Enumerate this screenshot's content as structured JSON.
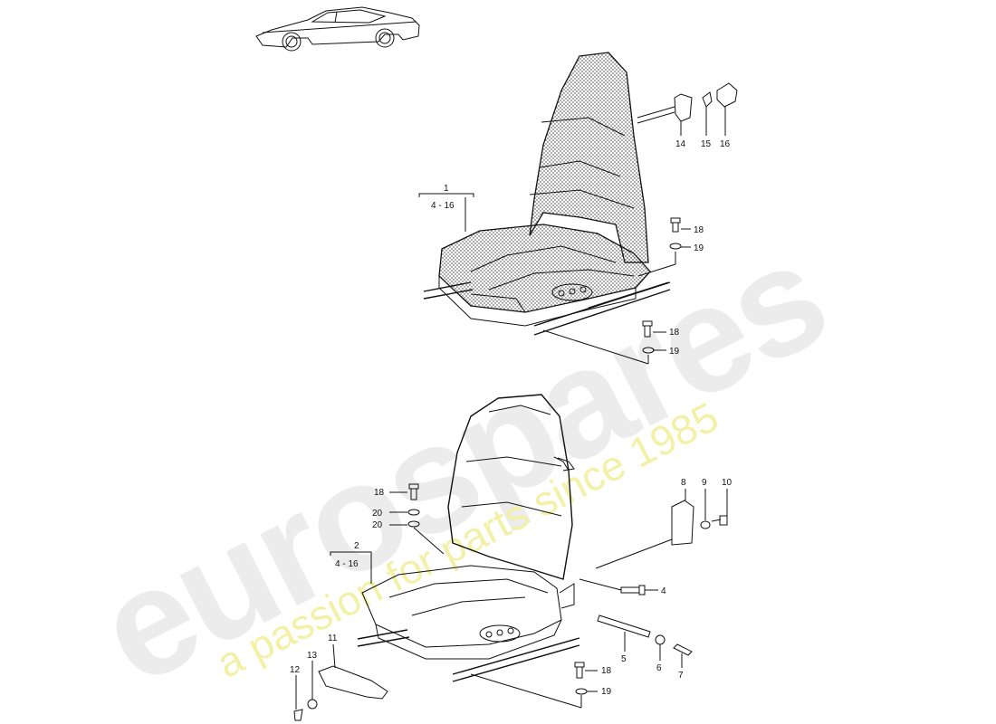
{
  "watermark": {
    "brand": "eurospares",
    "tagline": "a passion for parts since 1985",
    "brand_color": "#e6e6e6",
    "tagline_color": "#f0ec8a"
  },
  "labels": {
    "l1": "1",
    "l1_range": "4 - 16",
    "l2": "2",
    "l2_range": "4 - 16",
    "l4": "4",
    "l5": "5",
    "l6": "6",
    "l7": "7",
    "l8": "8",
    "l9": "9",
    "l10": "10",
    "l11": "11",
    "l12": "12",
    "l13": "13",
    "l14": "14",
    "l15": "15",
    "l16": "16",
    "l18a": "18",
    "l19a": "19",
    "l18b": "18",
    "l19b": "19",
    "l18c": "18",
    "l20a": "20",
    "l20b": "20",
    "l18d": "18",
    "l19d": "19"
  }
}
